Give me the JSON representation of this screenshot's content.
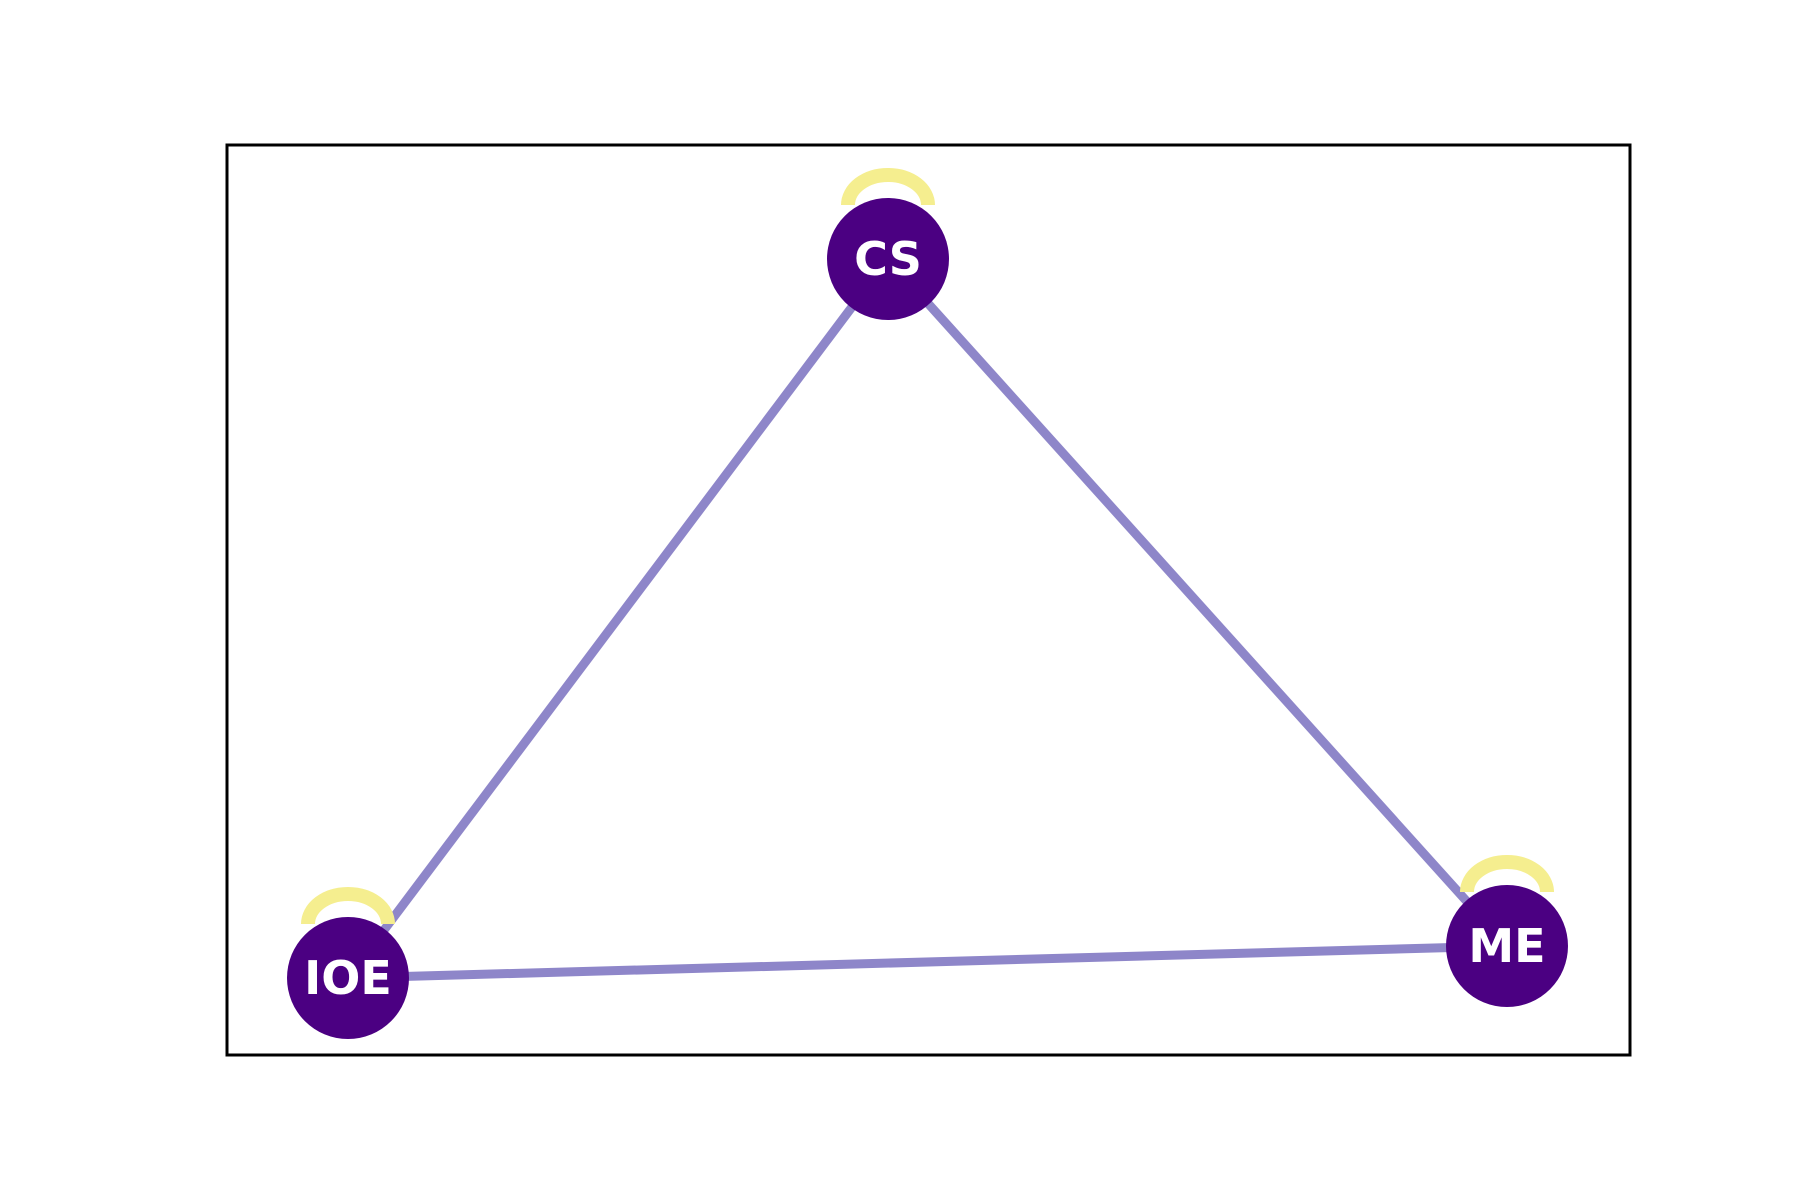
{
  "colors": {
    "frame": "#000000",
    "edge": "#8e86c9",
    "node_fill": "#4b0082",
    "self_loop": "#f5ee8f",
    "label": "#ffffff"
  },
  "graph": {
    "nodes": [
      {
        "id": "cs",
        "label": "CS"
      },
      {
        "id": "ioe",
        "label": "IOE"
      },
      {
        "id": "me",
        "label": "ME"
      }
    ],
    "edges": [
      {
        "source": "cs",
        "target": "ioe"
      },
      {
        "source": "cs",
        "target": "me"
      },
      {
        "source": "ioe",
        "target": "me"
      }
    ],
    "self_loops": [
      "cs",
      "ioe",
      "me"
    ]
  }
}
